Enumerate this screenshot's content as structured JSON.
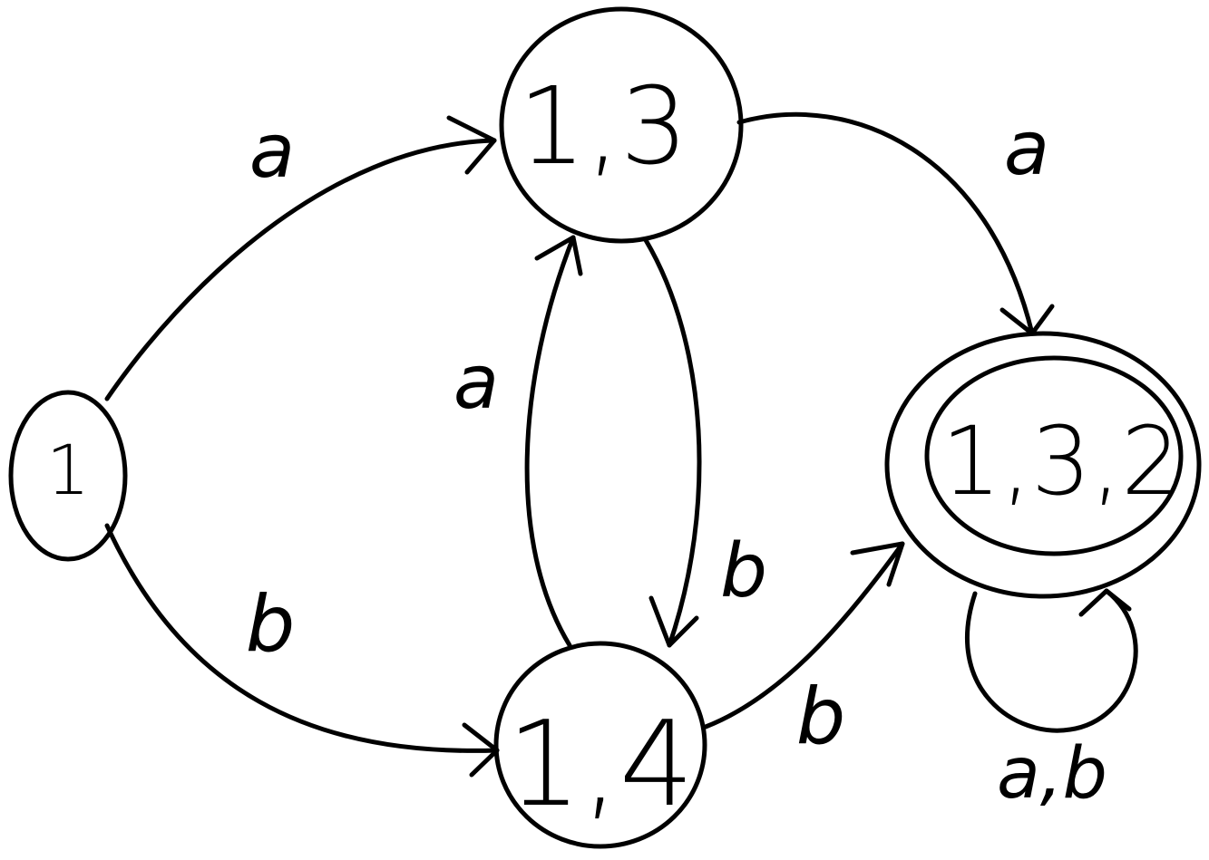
{
  "diagram": {
    "type": "state-transition-diagram",
    "ink_color": "#000000",
    "background_color": "#ffffff",
    "states": [
      {
        "id": "s1",
        "label": "1",
        "accepting": false
      },
      {
        "id": "s13",
        "label": "1,3",
        "accepting": false
      },
      {
        "id": "s14",
        "label": "1,4",
        "accepting": false
      },
      {
        "id": "s132",
        "label": "1,3,2",
        "accepting": true
      }
    ],
    "transitions": [
      {
        "from": "1",
        "to": "1,3",
        "label": "a"
      },
      {
        "from": "1",
        "to": "1,4",
        "label": "b"
      },
      {
        "from": "1,3",
        "to": "1,3,2",
        "label": "a"
      },
      {
        "from": "1,3",
        "to": "1,4",
        "label": "b"
      },
      {
        "from": "1,4",
        "to": "1,3",
        "label": "a"
      },
      {
        "from": "1,4",
        "to": "1,3,2",
        "label": "b"
      },
      {
        "from": "1,3,2",
        "to": "1,3,2",
        "label": "a,b"
      }
    ]
  }
}
